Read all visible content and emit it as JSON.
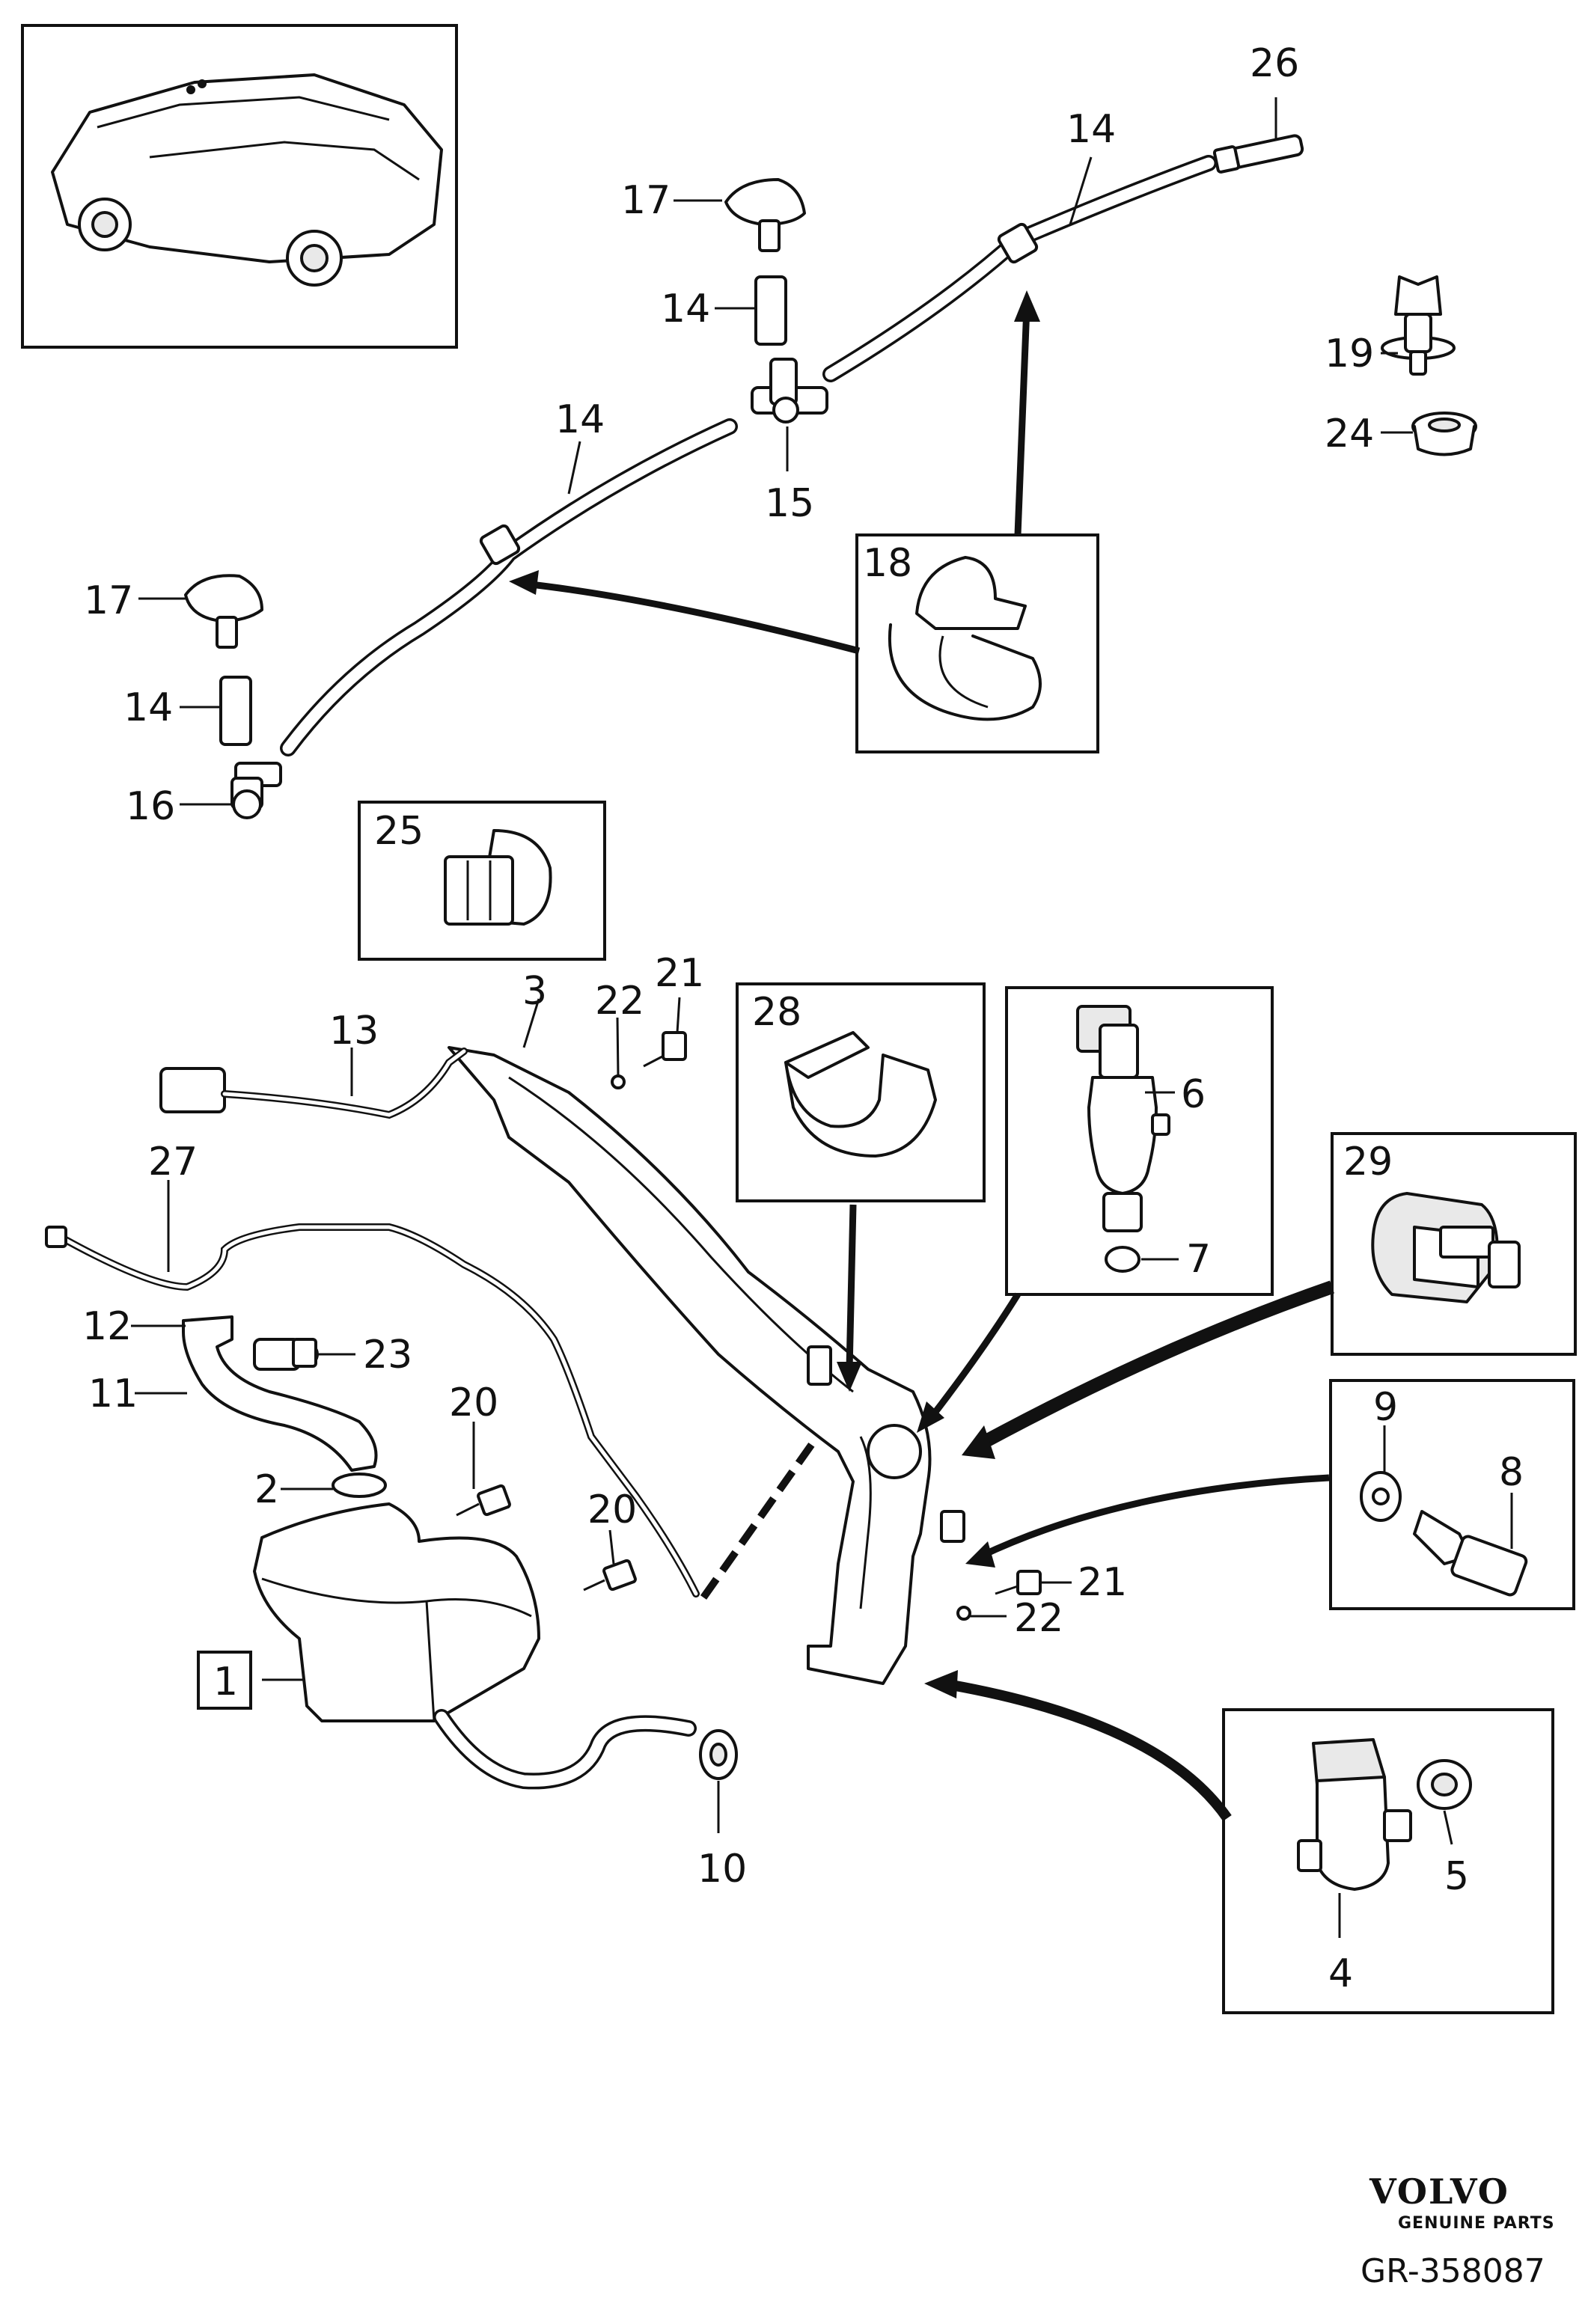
{
  "callouts": {
    "c1": "1",
    "c2": "2",
    "c3": "3",
    "c4": "4",
    "c5": "5",
    "c6": "6",
    "c7": "7",
    "c8": "8",
    "c9": "9",
    "c10": "10",
    "c11": "11",
    "c12": "12",
    "c13": "13",
    "c14a": "14",
    "c14b": "14",
    "c14c": "14",
    "c14d": "14",
    "c15": "15",
    "c16": "16",
    "c17a": "17",
    "c17b": "17",
    "c18": "18",
    "c19": "19",
    "c20a": "20",
    "c20b": "20",
    "c21a": "21",
    "c21b": "21",
    "c22a": "22",
    "c22b": "22",
    "c23": "23",
    "c24": "24",
    "c25": "25",
    "c26": "26",
    "c27": "27",
    "c28": "28",
    "c29": "29"
  },
  "branding": {
    "logo_text": "VOLVO",
    "logo_subtext": "GENUINE PARTS",
    "figure_id": "GR-358087"
  },
  "colors": {
    "ink": "#111111",
    "background": "#ffffff"
  }
}
